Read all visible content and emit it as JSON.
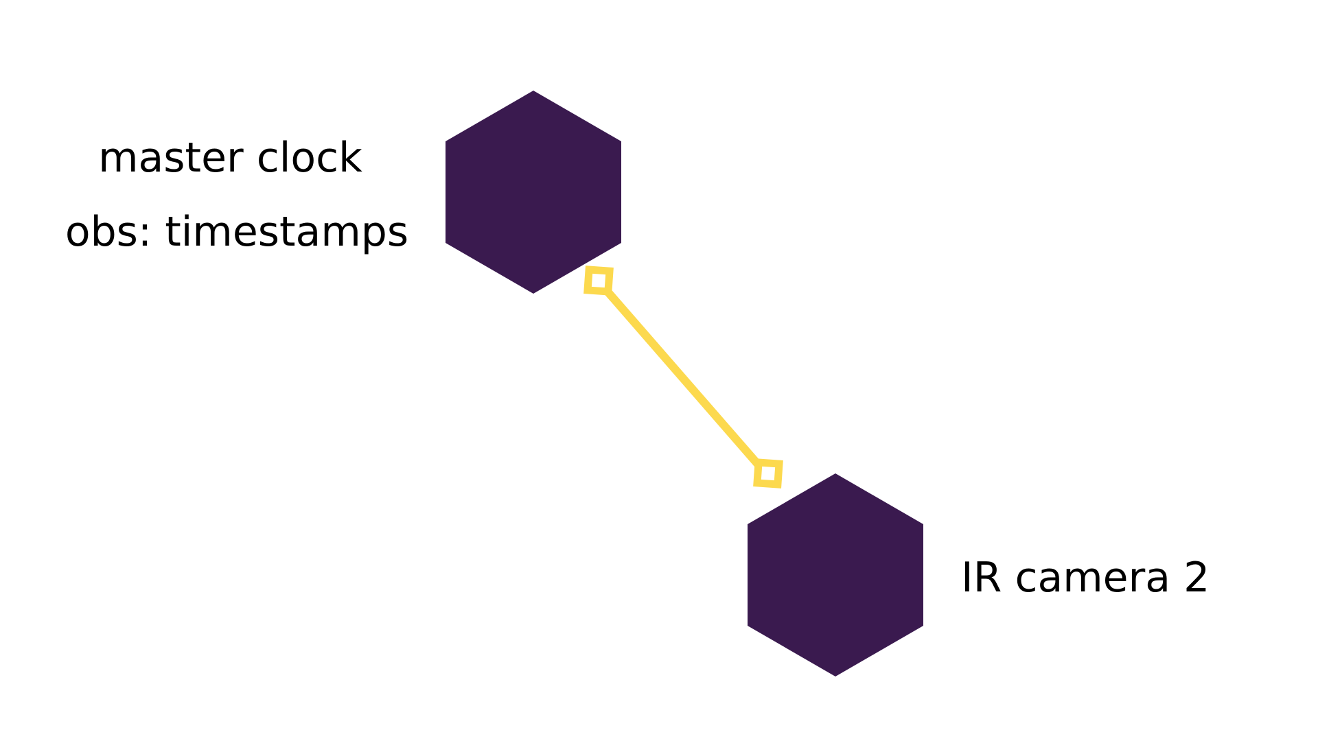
{
  "diagram": {
    "nodes": [
      {
        "id": "master-clock",
        "label_lines": [
          "master clock",
          "obs: timestamps"
        ],
        "shape": "hexagon",
        "color": "#3a1a4f"
      },
      {
        "id": "ir-camera-2",
        "label_lines": [
          "IR camera 2"
        ],
        "shape": "hexagon",
        "color": "#3a1a4f"
      }
    ],
    "edges": [
      {
        "from": "master-clock",
        "to": "ir-camera-2",
        "color": "#fcd94e",
        "end_markers": "square"
      }
    ]
  }
}
